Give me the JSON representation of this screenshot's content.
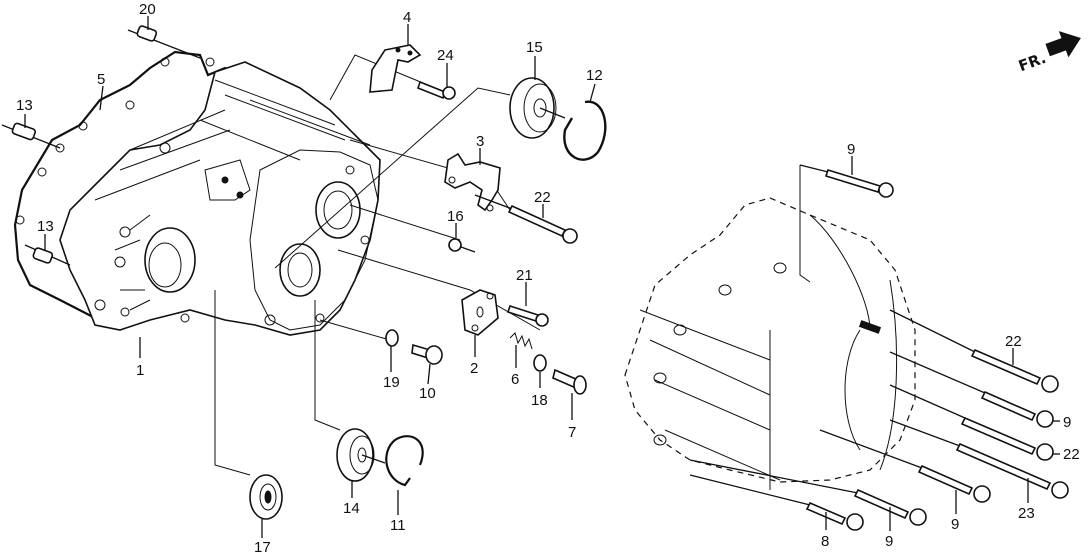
{
  "diagram": {
    "type": "exploded-parts-diagram",
    "subject": "Transmission housing assembly",
    "direction_indicator": {
      "label": "FR.",
      "icon": "front-arrow-icon"
    },
    "callouts": [
      {
        "id": "c20",
        "number": "20"
      },
      {
        "id": "c5",
        "number": "5"
      },
      {
        "id": "c13a",
        "number": "13"
      },
      {
        "id": "c13b",
        "number": "13"
      },
      {
        "id": "c1",
        "number": "1"
      },
      {
        "id": "c4",
        "number": "4"
      },
      {
        "id": "c24",
        "number": "24"
      },
      {
        "id": "c15",
        "number": "15"
      },
      {
        "id": "c12",
        "number": "12"
      },
      {
        "id": "c3",
        "number": "3"
      },
      {
        "id": "c22a",
        "number": "22"
      },
      {
        "id": "c16",
        "number": "16"
      },
      {
        "id": "c21",
        "number": "21"
      },
      {
        "id": "c2",
        "number": "2"
      },
      {
        "id": "c6",
        "number": "6"
      },
      {
        "id": "c18",
        "number": "18"
      },
      {
        "id": "c7",
        "number": "7"
      },
      {
        "id": "c19",
        "number": "19"
      },
      {
        "id": "c10",
        "number": "10"
      },
      {
        "id": "c14",
        "number": "14"
      },
      {
        "id": "c11",
        "number": "11"
      },
      {
        "id": "c17",
        "number": "17"
      },
      {
        "id": "c9a",
        "number": "9"
      },
      {
        "id": "c22b",
        "number": "22"
      },
      {
        "id": "c9b",
        "number": "9"
      },
      {
        "id": "c22c",
        "number": "22"
      },
      {
        "id": "c23",
        "number": "23"
      },
      {
        "id": "c9c",
        "number": "9"
      },
      {
        "id": "c9d",
        "number": "9"
      },
      {
        "id": "c8",
        "number": "8"
      }
    ]
  }
}
